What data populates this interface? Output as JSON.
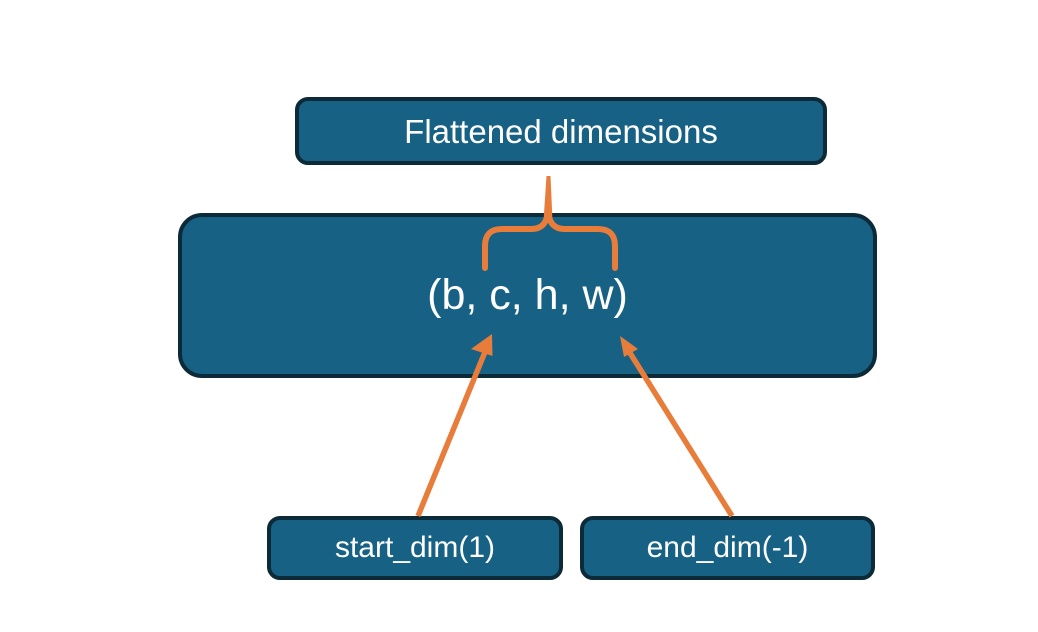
{
  "diagram": {
    "boxes": {
      "title": "Flattened dimensions",
      "main": "(b, c, h, w)",
      "start_dim": "start_dim(1)",
      "end_dim": "end_dim(-1)"
    },
    "colors": {
      "box_fill": "#176185",
      "box_border": "#0d2a38",
      "connector_orange": "#e87d3b",
      "text": "#ffffff",
      "background": "#ffffff"
    }
  }
}
